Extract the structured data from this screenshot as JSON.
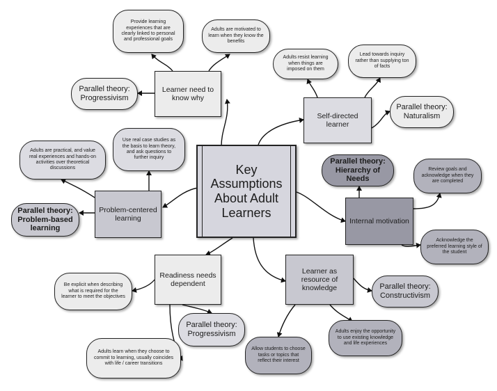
{
  "center": {
    "title": "Key Assumptions About Adult Learners"
  },
  "learner_need": {
    "label": "Learner need to know why",
    "notes": [
      "Provide learning experiences that are clearly linked to personal and professional goals",
      "Adults are motivated to learn when they know the benefits"
    ],
    "theory": "Parallel theory: Progressivism"
  },
  "self_directed": {
    "label": "Self-directed learner",
    "notes": [
      "Adults resist learning when things are imposed on them",
      "Lead towards inquiry rather than supplying ton of facts"
    ],
    "theory": "Parallel theory: Naturalism"
  },
  "problem_centered": {
    "label": "Problem-centered learning",
    "notes": [
      "Use real case studies as the basis to learn theory, and ask questions to further inquiry",
      "Adults are practical, and value real experiences and hands-on activities over theoretical discussions"
    ],
    "theory": "Parallel theory: Problem-based learning"
  },
  "internal_motivation": {
    "label": "Internal motivation",
    "theory": "Parallel theory: Hierarchy of Needs",
    "notes": [
      "Review goals and acknowledge when they are completed",
      "Acknowledge the preferred learning style of the student"
    ]
  },
  "readiness": {
    "label": "Readiness needs dependent",
    "notes": [
      "Be explicit when describing what is required for the learner to meet the objectives",
      "Adults learn when they choose to commit to learning, usually coincides with life / career transitions"
    ],
    "theory": "Parallel theory: Progressivism"
  },
  "resource": {
    "label": "Learner as resource of knowledge",
    "theory": "Parallel theory: Constructivism",
    "notes": [
      "Adults enjoy the opportunity to use existing knowledge and life experiences",
      "Allow students to choose tasks or topics that reflect their interest"
    ]
  }
}
